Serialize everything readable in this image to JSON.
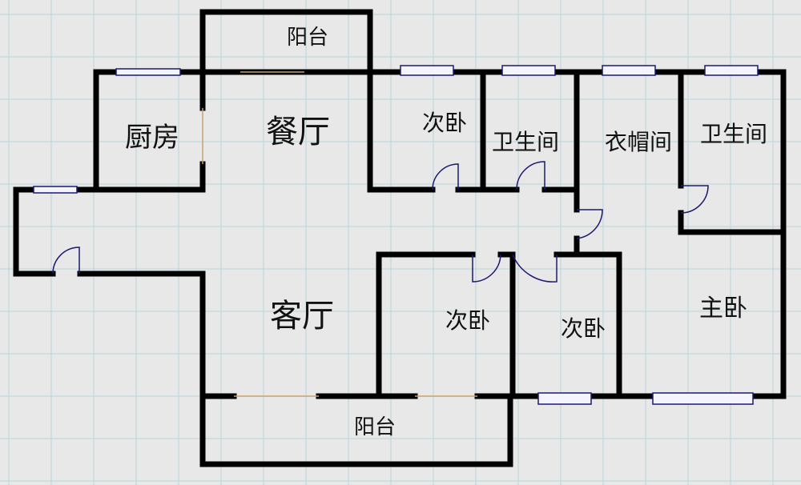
{
  "rooms": {
    "balcony_top": "阳台",
    "kitchen": "厨房",
    "dining": "餐厅",
    "bedroom_2a": "次卧",
    "bathroom_1": "卫生间",
    "cloakroom": "衣帽间",
    "bathroom_2": "卫生间",
    "living": "客厅",
    "bedroom_2b": "次卧",
    "bedroom_2c": "次卧",
    "master_bedroom": "主卧",
    "balcony_bottom": "阳台"
  },
  "colors": {
    "background": "#e8e8e8",
    "grid": "#b9d4da",
    "wall": "#000000",
    "window": "#1a1a6e",
    "door": "#1a1a6e"
  }
}
